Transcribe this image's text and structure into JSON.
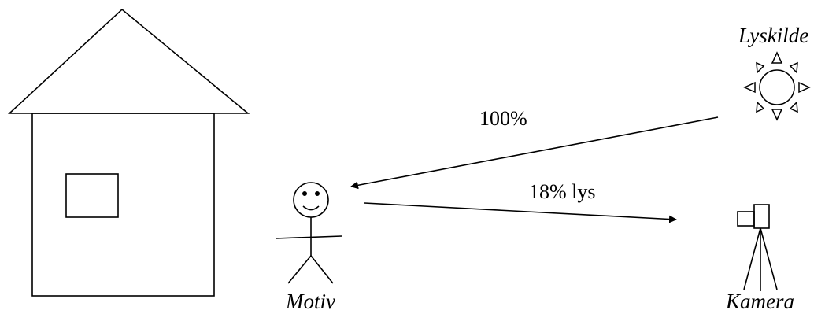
{
  "labels": {
    "light_source": "Lyskilde",
    "subject": "Motiv",
    "camera": "Kamera",
    "incident_light": "100%",
    "reflected_light": "18% lys"
  }
}
